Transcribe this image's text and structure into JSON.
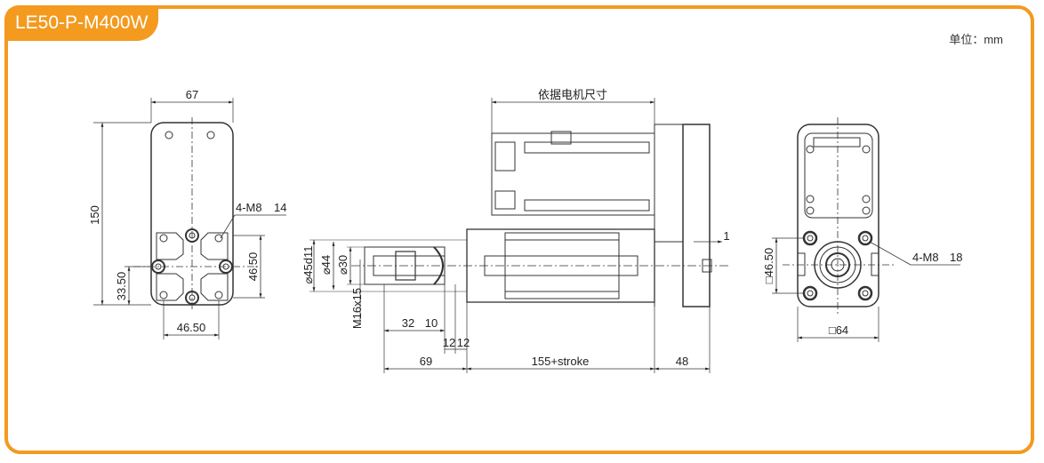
{
  "model": "LE50-P-M400W",
  "unit_label": "单位：mm",
  "left_view": {
    "width": "67",
    "height": "150",
    "hole_callout": "4-M8",
    "hole_depth": "14",
    "hole_pitch_v": "46.50",
    "hole_pitch_h": "46.50",
    "hole_offset": "33.50"
  },
  "side_view": {
    "motor_label": "依据电机尺寸",
    "dia_d11": "⌀45d11",
    "dia_44": "⌀44",
    "dia_30": "⌀30",
    "thread": "M16x15",
    "dim_32": "32",
    "dim_10": "10",
    "dim_12a": "12",
    "dim_12b": "12",
    "dim_69": "69",
    "dim_stroke": "155+stroke",
    "dim_48": "48",
    "dim_1": "1"
  },
  "right_view": {
    "square_64": "□64",
    "square_4650": "□46.50",
    "hole_callout": "4-M8",
    "hole_depth": "18"
  }
}
